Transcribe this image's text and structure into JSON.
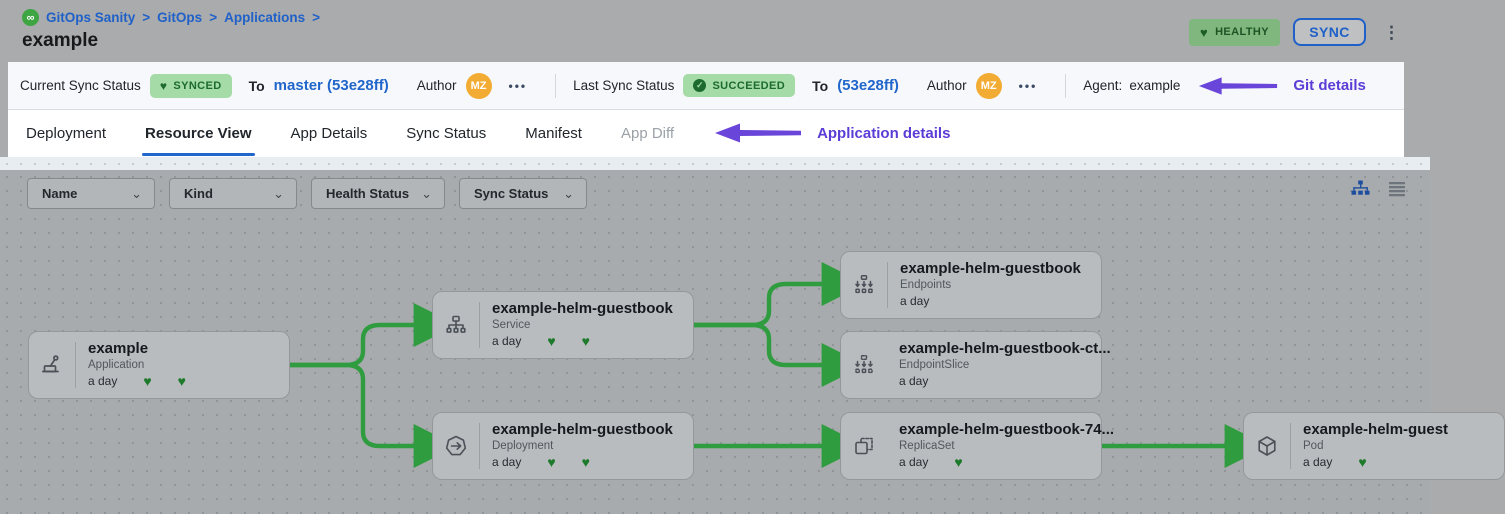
{
  "glyphs": {
    "heart": "♥",
    "check": "✓",
    "ellipsis": "•••",
    "kebab": "⋮",
    "chevron_down": "⌄",
    "infinity": "∞"
  },
  "colors": {
    "accent_blue": "#2166cb",
    "badge_green_bg": "#a5dba6",
    "badge_green_text": "#1c6b2d",
    "edge_green": "#2f9c3f",
    "annotation_purple": "#5b3cd6",
    "avatar_orange": "#f2ac33"
  },
  "breadcrumb": {
    "items": [
      "GitOps Sanity",
      "GitOps",
      "Applications"
    ],
    "separator": ">"
  },
  "page": {
    "title": "example"
  },
  "header_actions": {
    "health_badge": "HEALTHY",
    "sync_button": "SYNC"
  },
  "sync_bar": {
    "current": {
      "label": "Current Sync Status",
      "badge": "SYNCED",
      "to_label": "To",
      "ref": "master (53e28ff)",
      "author_label": "Author",
      "avatar": "MZ"
    },
    "last": {
      "label": "Last Sync Status",
      "badge": "SUCCEEDED",
      "to_label": "To",
      "ref": "(53e28ff)",
      "author_label": "Author",
      "avatar": "MZ"
    },
    "agent": {
      "label": "Agent:",
      "value": "example"
    },
    "annotation": "Git details"
  },
  "tabs": {
    "items": [
      "Deployment",
      "Resource View",
      "App Details",
      "Sync Status",
      "Manifest",
      "App Diff"
    ],
    "active": "Resource View",
    "annotation": "Application details"
  },
  "filters": {
    "items": [
      "Name",
      "Kind",
      "Health Status",
      "Sync Status"
    ]
  },
  "graph": {
    "nodes": [
      {
        "title": "example",
        "kind": "Application",
        "age": "a day",
        "hearts": 2
      },
      {
        "title": "example-helm-guestbook",
        "kind": "Service",
        "age": "a day",
        "hearts": 2
      },
      {
        "title": "example-helm-guestbook",
        "kind": "Deployment",
        "age": "a day",
        "hearts": 2
      },
      {
        "title": "example-helm-guestbook",
        "kind": "Endpoints",
        "age": "a day",
        "hearts": 0
      },
      {
        "title": "example-helm-guestbook-ct...",
        "kind": "EndpointSlice",
        "age": "a day",
        "hearts": 0
      },
      {
        "title": "example-helm-guestbook-74...",
        "kind": "ReplicaSet",
        "age": "a day",
        "hearts": 1
      },
      {
        "title": "example-helm-guest",
        "kind": "Pod",
        "age": "a day",
        "hearts": 1
      }
    ]
  }
}
